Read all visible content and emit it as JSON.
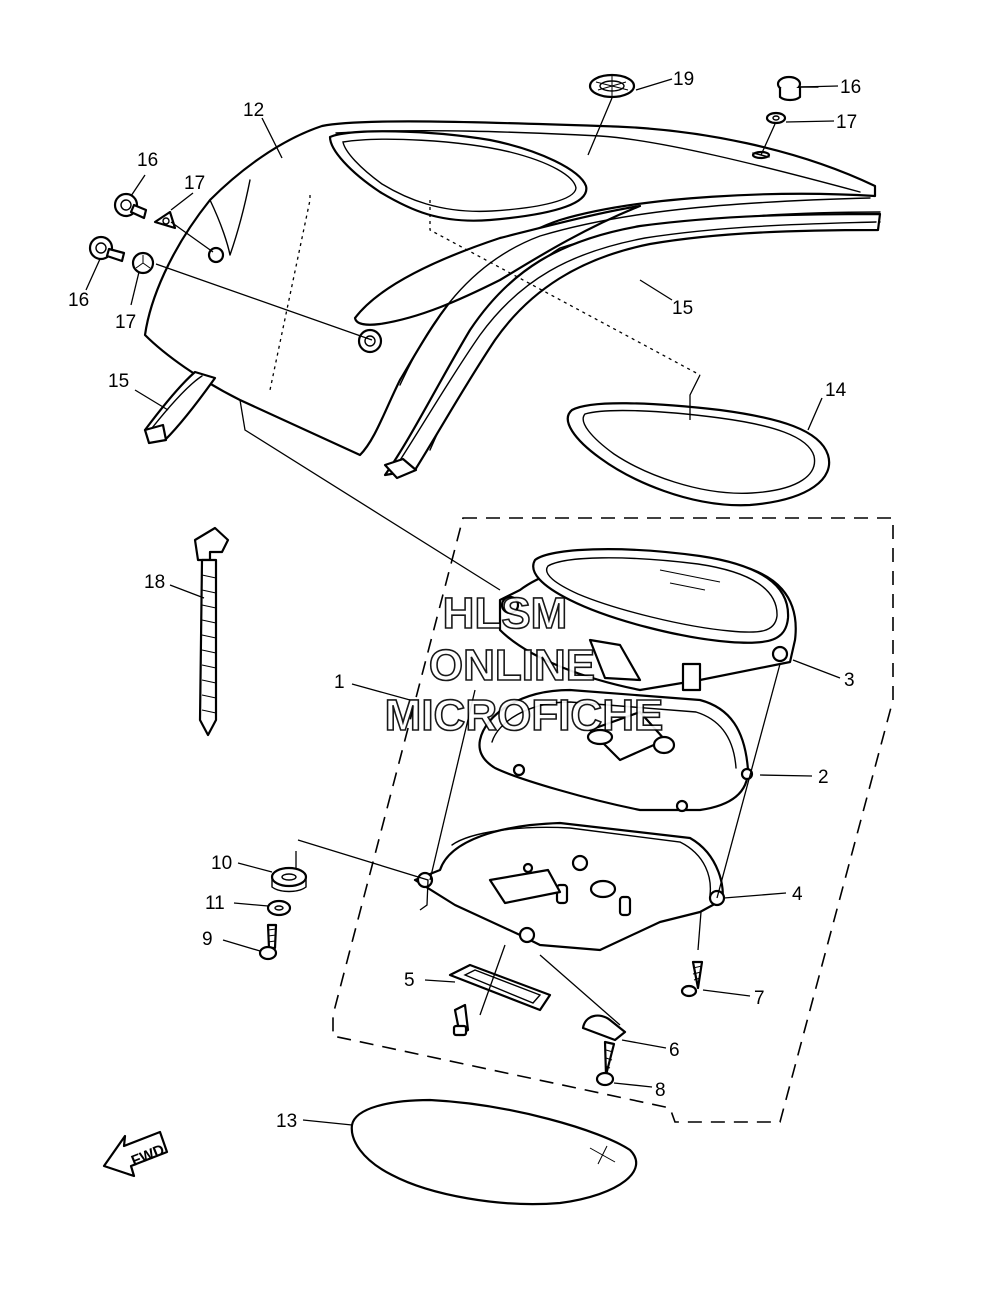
{
  "watermark": {
    "line1": "HLSM",
    "line2": "ONLINE",
    "line3": "MICROFICHE"
  },
  "orientation_arrow": {
    "label": "FWD"
  },
  "callouts": {
    "c1": "1",
    "c2": "2",
    "c3": "3",
    "c4": "4",
    "c5": "5",
    "c6": "6",
    "c7": "7",
    "c8": "8",
    "c9": "9",
    "c10": "10",
    "c11": "11",
    "c12": "12",
    "c13": "13",
    "c14": "14",
    "c15a": "15",
    "c15b": "15",
    "c16a": "16",
    "c16b": "16",
    "c16c": "16",
    "c17a": "17",
    "c17b": "17",
    "c17c": "17",
    "c18": "18",
    "c19": "19"
  }
}
